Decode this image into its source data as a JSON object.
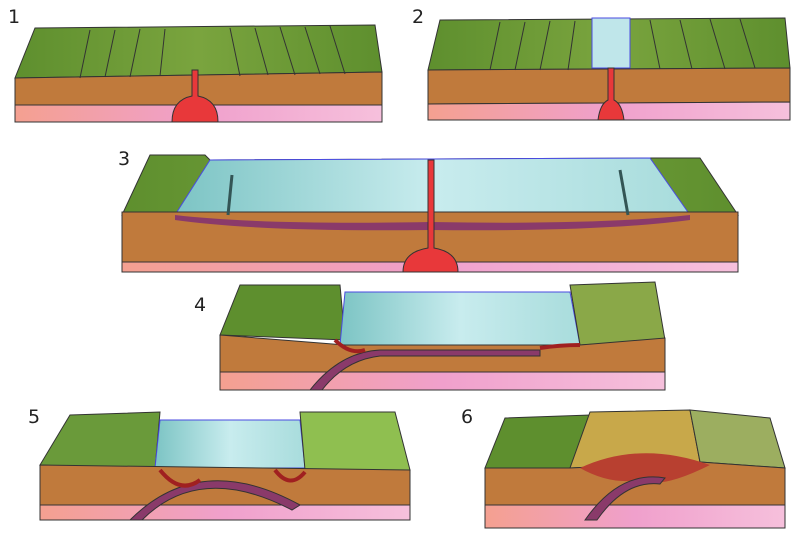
{
  "labels": {
    "p1": "1",
    "p2": "2",
    "p3": "3",
    "p4": "4",
    "p5": "5",
    "p6": "6"
  },
  "colors": {
    "land": "#6a9a3a",
    "crust": "#c07a3c",
    "mantle": "#f2a6c8",
    "magma": "#e8383a",
    "ocean": "#bfe6ea",
    "slab": "#8a3a6a",
    "mountain": "#c8a84a"
  }
}
